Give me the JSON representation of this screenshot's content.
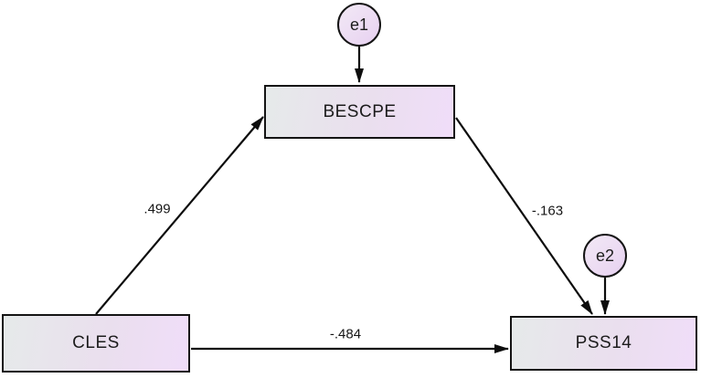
{
  "diagram": {
    "type": "path-model-mediation",
    "background_color": "#ffffff",
    "nodes": {
      "cles": {
        "label": "CLES",
        "shape": "rectangle",
        "role": "predictor"
      },
      "bescpe": {
        "label": "BESCPE",
        "shape": "rectangle",
        "role": "mediator"
      },
      "pss14": {
        "label": "PSS14",
        "shape": "rectangle",
        "role": "outcome"
      },
      "e1": {
        "label": "e1",
        "shape": "circle",
        "role": "error-term"
      },
      "e2": {
        "label": "e2",
        "shape": "circle",
        "role": "error-term"
      }
    },
    "paths": [
      {
        "from": "CLES",
        "to": "BESCPE",
        "coefficient": ".499"
      },
      {
        "from": "BESCPE",
        "to": "PSS14",
        "coefficient": "-.163"
      },
      {
        "from": "CLES",
        "to": "PSS14",
        "coefficient": "-.484"
      },
      {
        "from": "e1",
        "to": "BESCPE",
        "coefficient": ""
      },
      {
        "from": "e2",
        "to": "PSS14",
        "coefficient": ""
      }
    ],
    "colors": {
      "node_fill_left": "#e6eaea",
      "node_fill_right": "#f0ddf9",
      "circle_fill": "#ead7f2",
      "border": "#141414",
      "line": "#0d0d0d",
      "text": "#1c1c1c"
    }
  }
}
